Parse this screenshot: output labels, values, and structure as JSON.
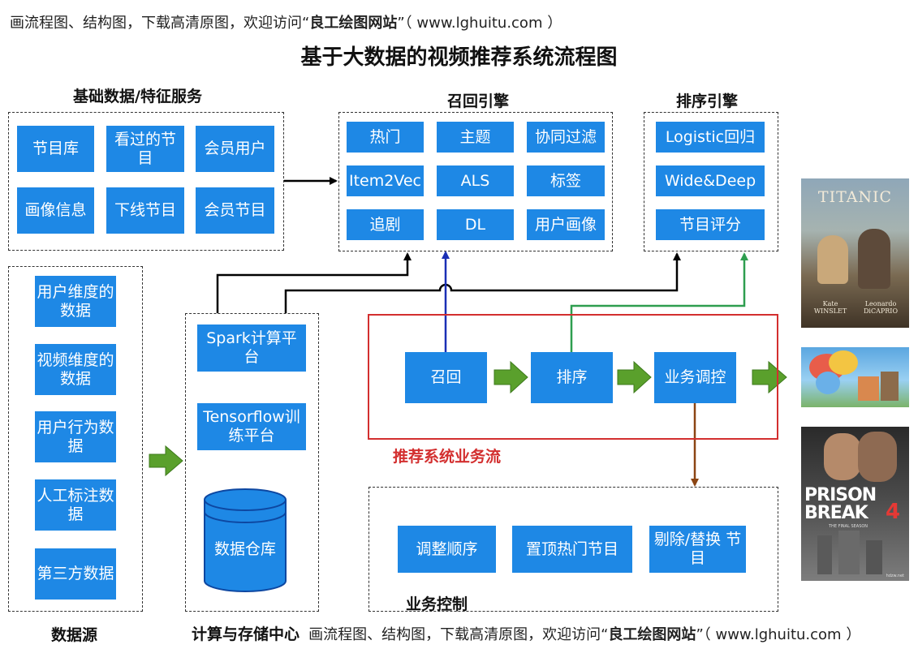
{
  "watermark": {
    "prefix": "画流程图、结构图，下载高清原图，欢迎访问“",
    "site": "良工绘图网站",
    "suffix": "”（ www.lghuitu.com ）"
  },
  "title": "基于大数据的视频推荐系统流程图",
  "groups": {
    "basic": "基础数据/特征服务",
    "recall": "召回引擎",
    "rank": "排序引擎",
    "source": "数据源",
    "compute": "计算与存储中心",
    "control": "业务控制",
    "flow": "推荐系统业务流"
  },
  "basic_items": [
    "节目库",
    "看过的节目",
    "会员用户",
    "画像信息",
    "下线节目",
    "会员节目"
  ],
  "recall_items": [
    "热门",
    "主题",
    "协同过滤",
    "Item2Vec",
    "ALS",
    "标签",
    "追剧",
    "DL",
    "用户画像"
  ],
  "rank_items": [
    "Logistic回归",
    "Wide&Deep",
    "节目评分"
  ],
  "source_items": [
    "用户维度的数据",
    "视频维度的数据",
    "用户行为数据",
    "人工标注数据",
    "第三方数据"
  ],
  "compute_items": [
    "Spark计算平台",
    "Tensorflow训练平台"
  ],
  "warehouse": "数据仓库",
  "flow_items": [
    "召回",
    "排序",
    "业务调控"
  ],
  "control_items": [
    "调整顺序",
    "置顶热门节目",
    "剔除/替换 节目"
  ],
  "posters": {
    "titanic": {
      "title": "TITANIC",
      "actor_left": "Kate\nWINSLET",
      "actor_right": "Leonardo\nDiCAPRIO"
    },
    "prison": {
      "line1": "PRISON",
      "line2": "BREAK",
      "num": "4",
      "sub": "THE FINAL SEASON",
      "foot": "hdzw.net"
    }
  },
  "colors": {
    "box": "#1e88e5",
    "flow_red": "#d32f2f",
    "green_arrow": "#5aa02c",
    "line_blue": "#1a2fb5",
    "line_green": "#2e9e4f",
    "line_brown": "#8b4513"
  }
}
